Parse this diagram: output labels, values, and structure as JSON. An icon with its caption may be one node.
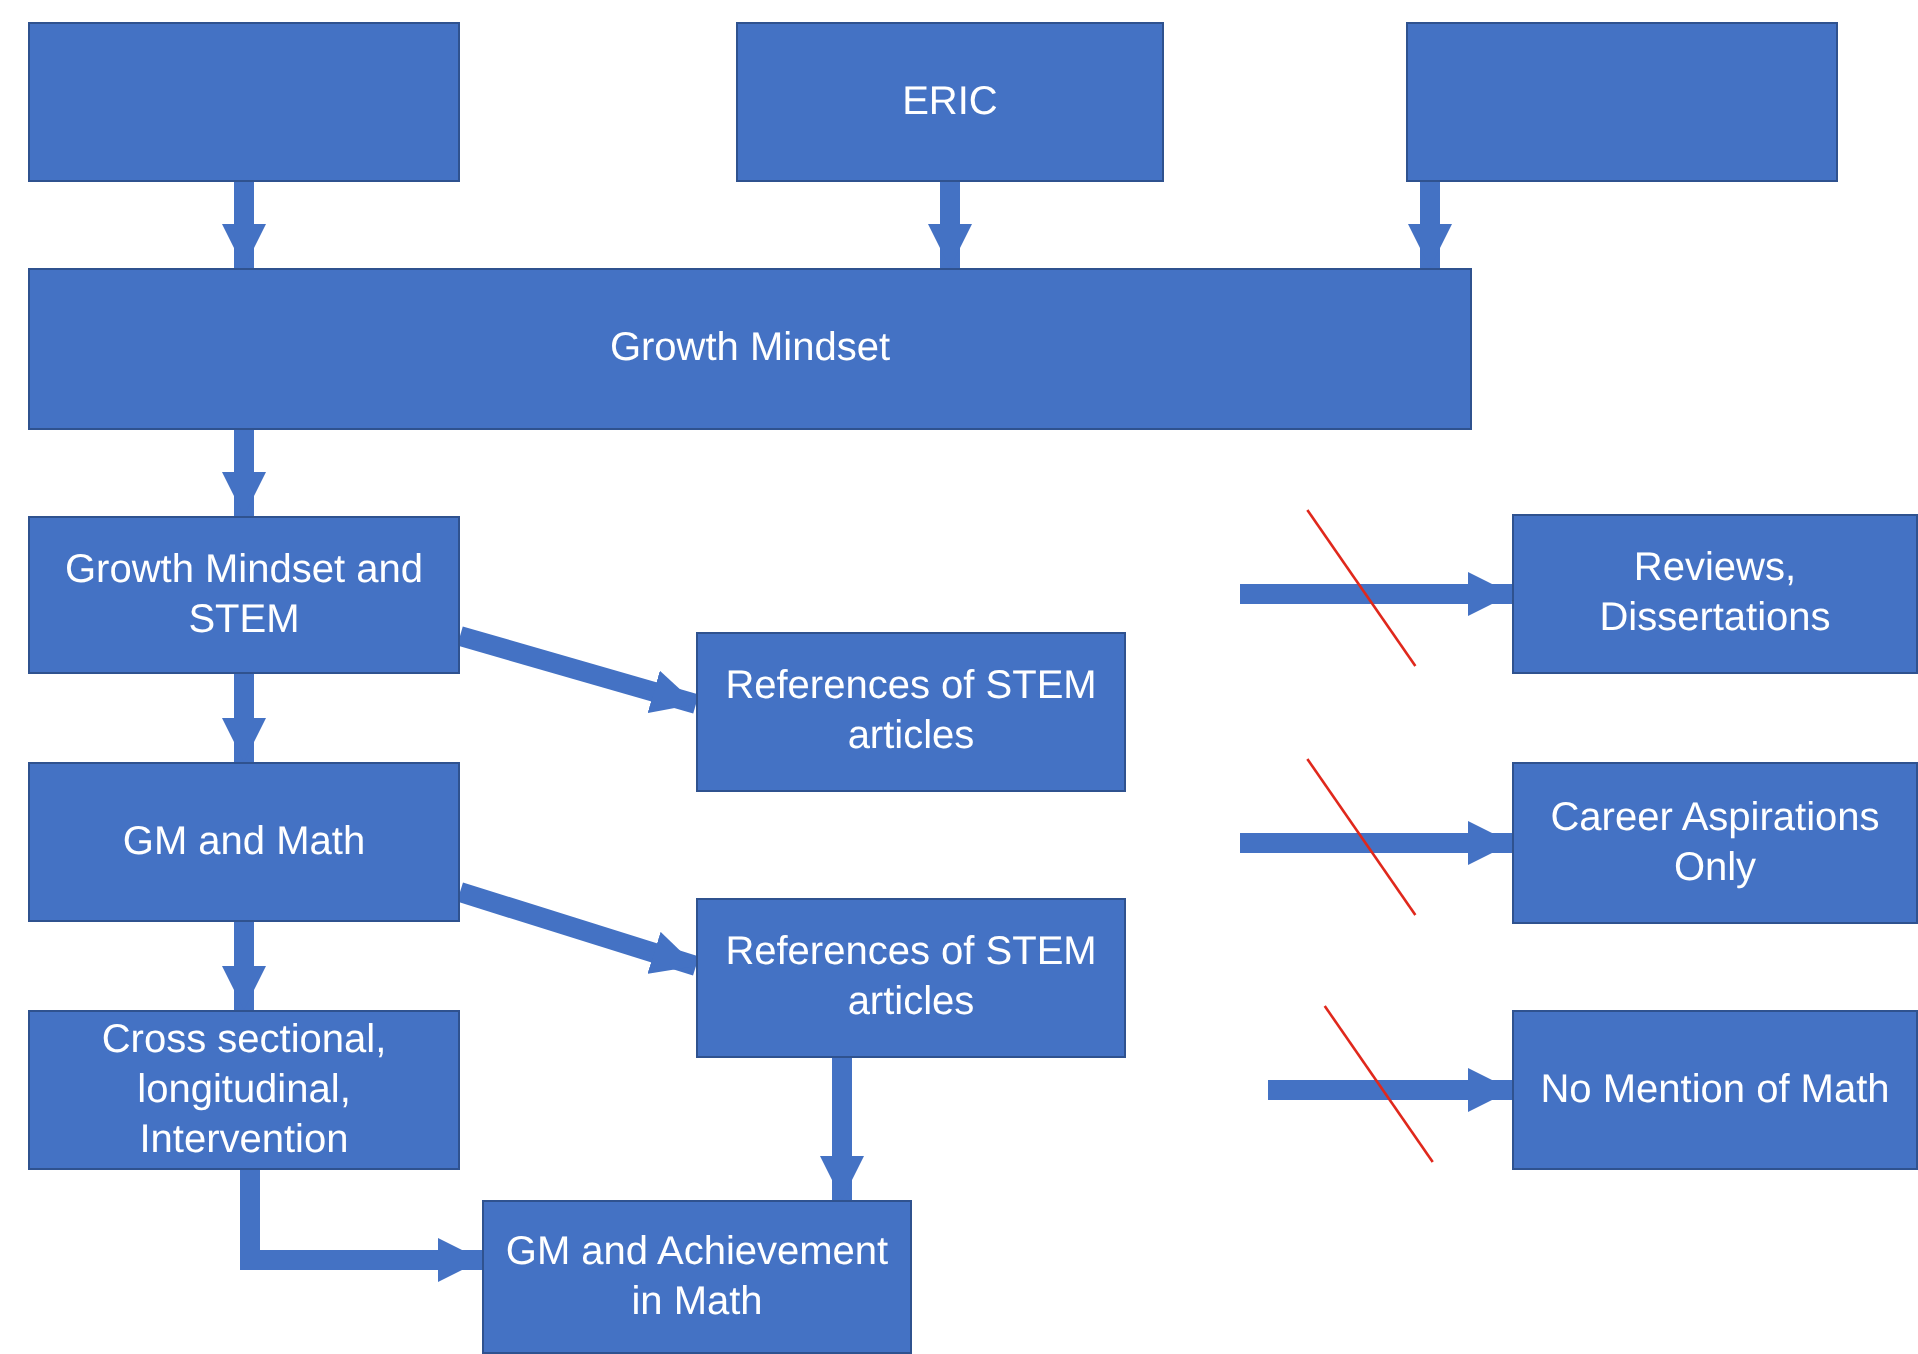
{
  "diagram": {
    "nodes": [
      {
        "text": [],
        "shape": "box"
      },
      {
        "text": [
          "ERIC"
        ]
      },
      {
        "text": [],
        "shape": "box"
      },
      {
        "text": [
          "Growth Mindset"
        ]
      },
      {
        "text": [
          "Growth Mindset and STEM"
        ]
      },
      {
        "text": [
          "GM and Math"
        ]
      },
      {
        "text": [
          "Cross sectional, longitudinal, Intervention"
        ]
      },
      {
        "text": [
          "References of STEM articles"
        ]
      },
      {
        "text": [
          "References of STEM articles"
        ]
      },
      {
        "text": [
          "GM and Achievement in Math"
        ]
      },
      {
        "text": [
          "Reviews, Dissertations"
        ]
      },
      {
        "text": [
          "Career Aspirations Only"
        ]
      },
      {
        "text": [
          "No Mention of Math"
        ]
      }
    ],
    "edges": [
      {
        "from": 0,
        "to": 3,
        "arrow": "to"
      },
      {
        "from": 1,
        "to": 3,
        "arrow": "to"
      },
      {
        "from": 2,
        "to": 3,
        "arrow": "to"
      },
      {
        "from": 3,
        "to": 4,
        "arrow": "to"
      },
      {
        "from": 4,
        "to": 5,
        "arrow": "to"
      },
      {
        "from": 5,
        "to": 6,
        "arrow": "to"
      },
      {
        "from": 4,
        "to": 7,
        "arrow": "to"
      },
      {
        "from": 5,
        "to": 8,
        "arrow": "to"
      },
      {
        "from": 8,
        "to": 9,
        "arrow": "to"
      },
      {
        "from": 6,
        "to": 9,
        "arrow": "to"
      },
      {
        "from": null,
        "to": 10,
        "arrow": "to"
      },
      {
        "from": null,
        "to": 11,
        "arrow": "to"
      },
      {
        "from": null,
        "to": 12,
        "arrow": "to"
      }
    ]
  }
}
